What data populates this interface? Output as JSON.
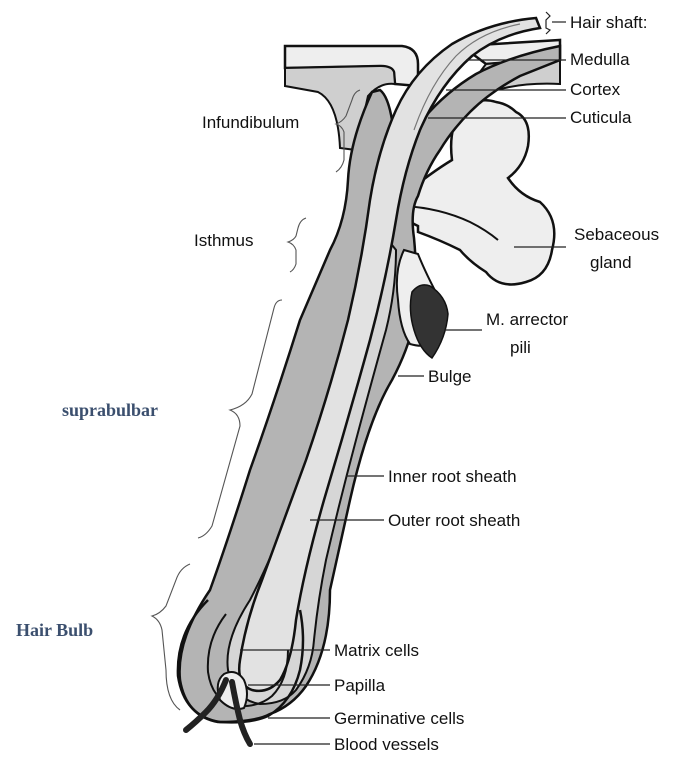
{
  "labels": {
    "hair_shaft": "Hair shaft:",
    "medulla": "Medulla",
    "cortex": "Cortex",
    "cuticula": "Cuticula",
    "infundibulum": "Infundibulum",
    "isthmus": "Isthmus",
    "sebaceous_line1": "Sebaceous",
    "sebaceous_line2": "gland",
    "arrector_line1": "M. arrector",
    "arrector_line2": "pili",
    "bulge": "Bulge",
    "suprabulbar": "suprabulbar",
    "inner_root_sheath": "Inner root sheath",
    "outer_root_sheath": "Outer root sheath",
    "hair_bulb": "Hair Bulb",
    "matrix_cells": "Matrix cells",
    "papilla": "Papilla",
    "germinative_cells": "Germinative cells",
    "blood_vessels": "Blood vessels"
  },
  "colors": {
    "skin_fill": "#eeeeee",
    "sheath_fill": "#b4b4b4",
    "shaft_fill": "#e2e2e2",
    "muscle_fill": "#333333",
    "outline": "#111111",
    "region_label": "#3b4f6e"
  }
}
